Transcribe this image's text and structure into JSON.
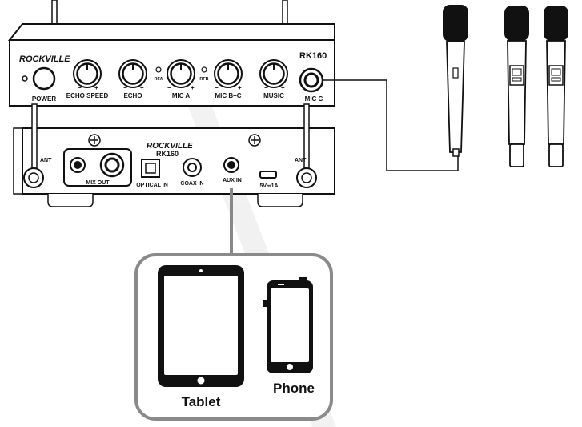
{
  "front_panel": {
    "brand": "ROCKVILLE",
    "model": "RK160",
    "labels": {
      "power": "POWER",
      "echo_speed": "ECHO SPEED",
      "echo": "ECHO",
      "rfa": "RFA",
      "mic_a": "MIC A",
      "rfb": "RFB",
      "mic_bc": "MIC B+C",
      "music": "MUSIC",
      "mic_c": "MIC C"
    }
  },
  "back_panel": {
    "brand": "ROCKVILLE",
    "model": "RK160",
    "labels": {
      "ant_left": "ANT",
      "mix_out": "MIX OUT",
      "optical_in": "OPTICAL IN",
      "coax_in": "COAX IN",
      "aux_in": "AUX IN",
      "usb_power": "5V⎓1A",
      "ant_right": "ANT"
    }
  },
  "devices": {
    "tablet": "Tablet",
    "phone": "Phone"
  },
  "knob_marks": {
    "minus": "−",
    "plus": "+"
  }
}
